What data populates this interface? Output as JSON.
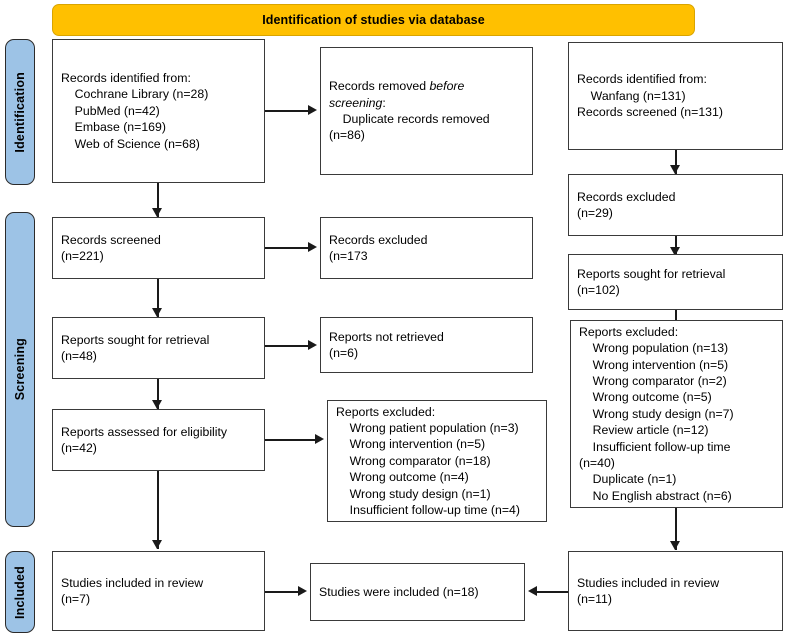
{
  "diagram": {
    "title": "PRISMA flow diagram",
    "colors": {
      "banner_fill": "#FFC000",
      "phase_tab_fill": "#9DC3E6",
      "box_border": "#3A3A3A",
      "connector": "#1A1A1A",
      "box_fill": "#FFFFFF"
    }
  },
  "banner": {
    "identification_database": "Identification of studies via database"
  },
  "phases": {
    "identification": "Identification",
    "screening": "Screening",
    "included": "Included"
  },
  "boxes": {
    "records_identified_left": "Records identified from:\n    Cochrane Library (n=28)\n    PubMed (n=42)\n    Embase (n=169)\n    Web of Science (n=68)",
    "records_removed_before_screening_pre": "Records removed ",
    "records_removed_before_screening_italic": "before screening",
    "records_removed_before_screening_post": ":\n    Duplicate records removed\n(n=86)",
    "records_identified_right": "Records identified from:\n    Wanfang (n=131)\nRecords screened (n=131)",
    "records_screened_left": "Records screened\n(n=221)",
    "records_excluded_mid": "Records excluded\n(n=173",
    "records_excluded_right": "Records excluded\n(n=29)",
    "reports_sought_left": "Reports sought for retrieval\n(n=48)",
    "reports_not_retrieved_mid": "Reports not retrieved\n(n=6)",
    "reports_sought_right": "Reports sought for retrieval\n(n=102)",
    "reports_assessed_left": "Reports assessed for eligibility\n(n=42)",
    "reports_excluded_mid": "Reports excluded:\n    Wrong patient population (n=3)\n    Wrong intervention (n=5)\n    Wrong comparator (n=18)\n    Wrong outcome (n=4)\n    Wrong study design (n=1)\n    Insufficient follow-up time (n=4)",
    "reports_excluded_right": "Reports excluded:\n    Wrong population (n=13)\n    Wrong intervention (n=5)\n    Wrong comparator (n=2)\n    Wrong outcome (n=5)\n    Wrong study design (n=7)\n    Review article (n=12)\n    Insufficient follow-up time\n(n=40)\n    Duplicate (n=1)\n    No English abstract (n=6)",
    "studies_included_left": "Studies included in review\n(n=7)",
    "studies_included_total": "Studies were included (n=18)",
    "studies_included_right": "Studies included in review\n(n=11)"
  }
}
